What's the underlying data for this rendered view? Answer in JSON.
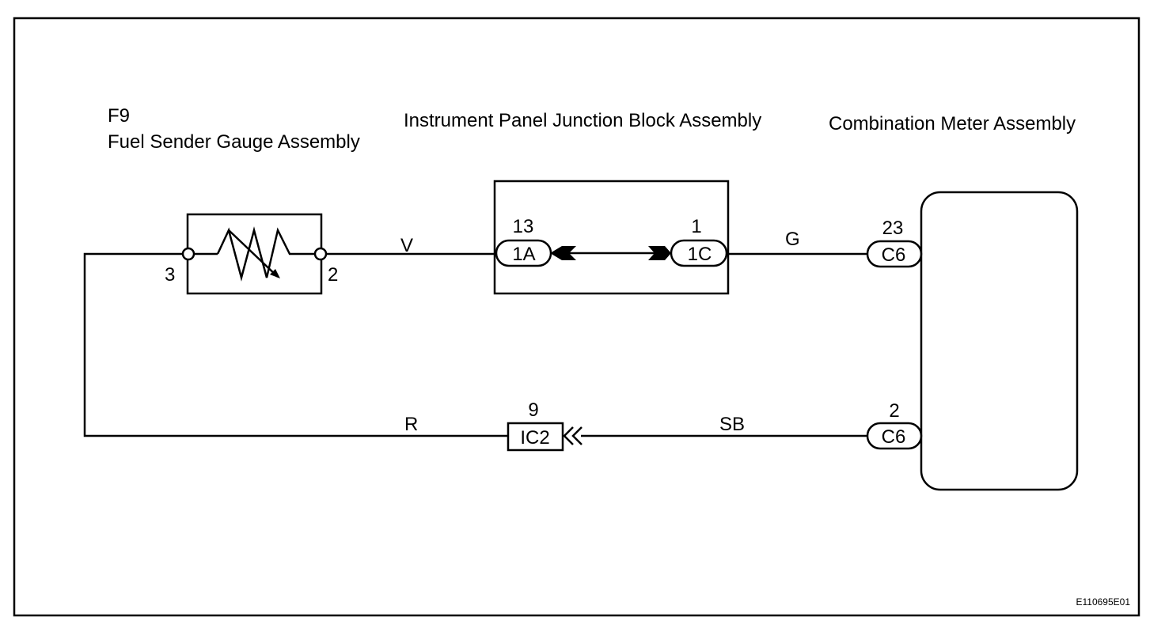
{
  "components": {
    "fuel_sender": {
      "code": "F9",
      "name": "Fuel Sender Gauge Assembly",
      "pin_left": "3",
      "pin_right": "2"
    },
    "junction_block": {
      "name": "Instrument Panel Junction Block Assembly",
      "left_pin": "13",
      "left_connector": "1A",
      "right_pin": "1",
      "right_connector": "1C"
    },
    "combination_meter": {
      "name": "Combination Meter Assembly",
      "upper_pin": "23",
      "upper_connector": "C6",
      "lower_pin": "2",
      "lower_connector": "C6"
    },
    "inline_connector": {
      "pin": "9",
      "connector": "IC2"
    }
  },
  "wires": {
    "sender_to_junction": "V",
    "junction_to_meter": "G",
    "sender_to_inline": "R",
    "inline_to_meter": "SB"
  },
  "figure_code": "E110695E01"
}
